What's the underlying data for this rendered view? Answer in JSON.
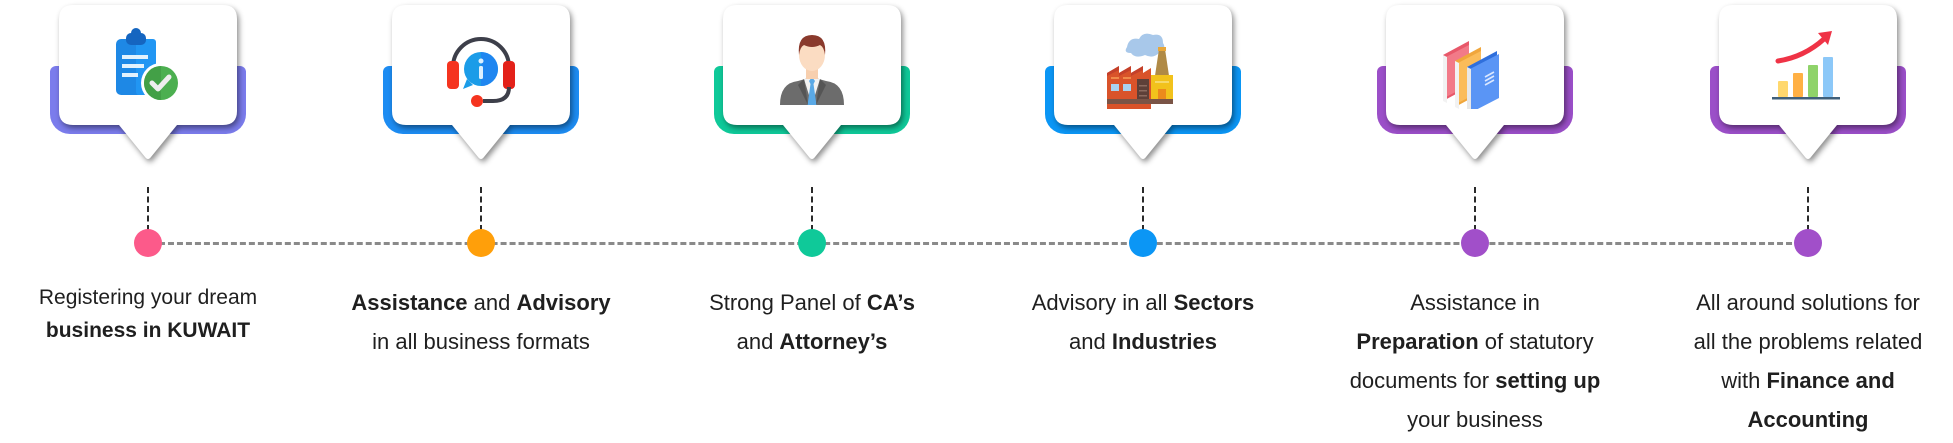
{
  "timeline": {
    "line_color": "#8a8a8a",
    "steps": [
      {
        "id": "registration",
        "icon": "clipboard-check-icon",
        "accent": "#7b7cec",
        "lines": [
          [
            {
              "t": "Registering your dream",
              "b": false
            }
          ],
          [
            {
              "t": "business in KUWAIT",
              "b": true
            }
          ]
        ]
      },
      {
        "id": "assistance-advisory",
        "icon": "headset-info-icon",
        "accent": "#1d8cf2",
        "lines": [
          [
            {
              "t": "Assistance",
              "b": true
            },
            {
              "t": " and ",
              "b": false
            },
            {
              "t": "Advisory",
              "b": true
            }
          ],
          [
            {
              "t": "in all business formats",
              "b": false
            }
          ]
        ]
      },
      {
        "id": "panel",
        "icon": "businessman-icon",
        "accent": "#0fc999",
        "lines": [
          [
            {
              "t": "Strong Panel of ",
              "b": false
            },
            {
              "t": "CA’s",
              "b": true
            }
          ],
          [
            {
              "t": "and ",
              "b": false
            },
            {
              "t": "Attorney’s",
              "b": true
            }
          ]
        ]
      },
      {
        "id": "sectors",
        "icon": "factory-icon",
        "accent": "#0b96f5",
        "lines": [
          [
            {
              "t": "Advisory in all ",
              "b": false
            },
            {
              "t": "Sectors",
              "b": true
            }
          ],
          [
            {
              "t": "and ",
              "b": false
            },
            {
              "t": "Industries",
              "b": true
            }
          ]
        ]
      },
      {
        "id": "documents",
        "icon": "folders-icon",
        "accent": "#9b4fc8",
        "lines": [
          [
            {
              "t": "Assistance in",
              "b": false
            }
          ],
          [
            {
              "t": "Preparation",
              "b": true
            },
            {
              "t": " of statutory",
              "b": false
            }
          ],
          [
            {
              "t": "documents for ",
              "b": false
            },
            {
              "t": "setting up",
              "b": true
            }
          ],
          [
            {
              "t": "your business",
              "b": false
            }
          ]
        ]
      },
      {
        "id": "finance",
        "icon": "growth-chart-icon",
        "accent": "#9b4fc8",
        "lines": [
          [
            {
              "t": "All around solutions for",
              "b": false
            }
          ],
          [
            {
              "t": "all the problems related",
              "b": false
            }
          ],
          [
            {
              "t": "with ",
              "b": false
            },
            {
              "t": "Finance and",
              "b": true
            }
          ],
          [
            {
              "t": "Accounting",
              "b": true
            }
          ]
        ]
      }
    ],
    "dot_colors": [
      "#fc5a8a",
      "#ff9f0a",
      "#0fc999",
      "#0b96f5",
      "#a14fc9",
      "#a14fc9"
    ]
  }
}
